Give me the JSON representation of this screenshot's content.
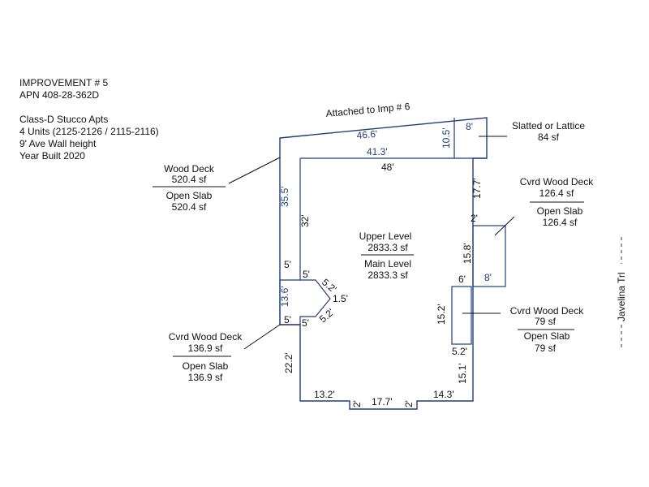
{
  "header": {
    "title": "IMPROVEMENT # 5",
    "apn": "APN 408-28-362D",
    "class": "Class-D Stucco Apts",
    "units": "4 Units (2125-2126 / 2115-2116)",
    "wall_height": "9' Ave Wall height",
    "year_built": "Year Built 2020"
  },
  "top_note": "Attached to Imp # 6",
  "street_label": "Javelina Trl",
  "areas": {
    "wood_deck_left": {
      "top_name": "Wood Deck",
      "top_area": "520.4 sf",
      "bottom_name": "Open Slab",
      "bottom_area": "520.4 sf"
    },
    "cvrd_deck_lower_left": {
      "top_name": "Cvrd Wood Deck",
      "top_area": "136.9 sf",
      "bottom_name": "Open Slab",
      "bottom_area": "136.9 sf"
    },
    "slatted": {
      "name": "Slatted or Lattice",
      "area": "84 sf"
    },
    "cvrd_deck_upper_right": {
      "top_name": "Cvrd Wood Deck",
      "top_area": "126.4 sf",
      "bottom_name": "Open Slab",
      "bottom_area": "126.4 sf"
    },
    "cvrd_deck_lower_right": {
      "top_name": "Cvrd Wood Deck",
      "top_area": "79 sf",
      "bottom_name": "Open Slab",
      "bottom_area": "79 sf"
    },
    "main_building": {
      "top_name": "Upper Level",
      "top_area": "2833.3 sf",
      "bottom_name": "Main Level",
      "bottom_area": "2833.3 sf"
    }
  },
  "dimensions": {
    "d_46_6": "46.6'",
    "d_41_3": "41.3'",
    "d_48": "48'",
    "d_10_5": "10.5'",
    "d_8_top": "8'",
    "d_35_5": "35.5'",
    "d_32": "32'",
    "d_17_7_right": "17.7'",
    "d_2_right": "2'",
    "d_15_8": "15.8'",
    "d_8_right": "8'",
    "d_6": "6'",
    "d_5_a": "5'",
    "d_5_b": "5'",
    "d_5_2_a": "5.2'",
    "d_1_5": "1.5'",
    "d_5_2_b": "5.2'",
    "d_13_6": "13.6'",
    "d_5_c": "5'",
    "d_5_d": "5'",
    "d_15_2": "15.2'",
    "d_5_2_c": "5.2'",
    "d_22_2": "22.2'",
    "d_15_1": "15.1'",
    "d_13_2": "13.2'",
    "d_2_bl": "2'",
    "d_17_7_bottom": "17.7'",
    "d_2_br": "2'",
    "d_14_3": "14.3'"
  }
}
